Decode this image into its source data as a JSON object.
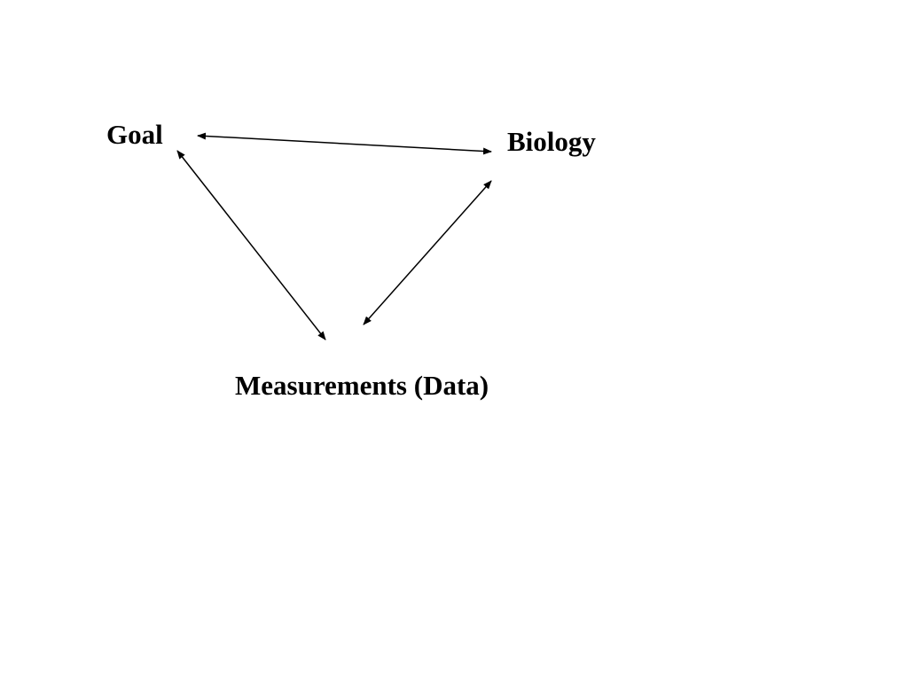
{
  "diagram": {
    "nodes": [
      {
        "id": "goal",
        "label": "Goal"
      },
      {
        "id": "biology",
        "label": "Biology"
      },
      {
        "id": "measurements",
        "label": "Measurements (Data)"
      }
    ],
    "edges": [
      {
        "from": "goal",
        "to": "biology",
        "direction": "bidirectional"
      },
      {
        "from": "goal",
        "to": "measurements",
        "direction": "bidirectional"
      },
      {
        "from": "biology",
        "to": "measurements",
        "direction": "bidirectional"
      }
    ],
    "colors": {
      "background": "#ffffff",
      "text": "#000000",
      "arrow": "#000000"
    }
  }
}
